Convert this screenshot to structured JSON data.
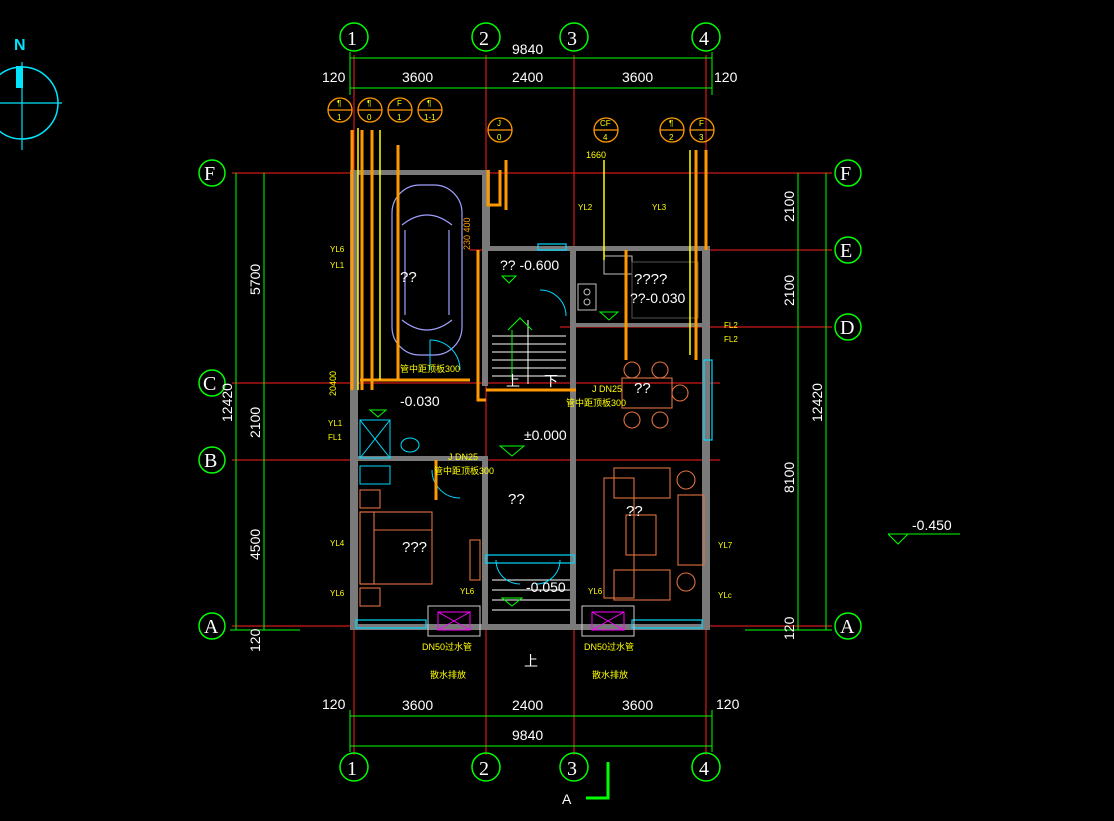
{
  "compass": {
    "label": "N"
  },
  "axes": {
    "top": [
      "1",
      "2",
      "3",
      "4"
    ],
    "bottom": [
      "1",
      "2",
      "3",
      "4"
    ],
    "left": [
      "F",
      "C",
      "B",
      "A"
    ],
    "right": [
      "F",
      "E",
      "D",
      "A"
    ]
  },
  "dimensions": {
    "top_total": "9840",
    "top_spans": [
      "120",
      "3600",
      "2400",
      "3600",
      "120"
    ],
    "bottom_total": "9840",
    "bottom_spans": [
      "120",
      "3600",
      "2400",
      "3600",
      "120"
    ],
    "left_spans": [
      "5700",
      "2100",
      "4500",
      "120"
    ],
    "left_total": "12420",
    "right_spans": [
      "2100",
      "2100",
      "8100",
      "120"
    ],
    "right_total": "12420"
  },
  "rooms": {
    "garage": "??",
    "bedroom": "???",
    "hall": "??",
    "living": "??",
    "dining": "??",
    "kitchen": "????"
  },
  "elevations": {
    "stair_landing": "?? -0.600",
    "kitchen": "??-0.030",
    "bath": "-0.030",
    "ground": "±0.000",
    "entry": "-0.050",
    "outside": "-0.450"
  },
  "pipe_tags": {
    "top_left": [
      [
        "¶",
        "1"
      ],
      [
        "¶",
        "0"
      ],
      [
        "F",
        "1"
      ],
      [
        "¶",
        "1-1"
      ]
    ],
    "top_mid": [
      [
        "J",
        "0"
      ]
    ],
    "top_right": [
      [
        "CF",
        "4"
      ],
      [
        "¶",
        "2"
      ],
      [
        "F",
        "3"
      ]
    ]
  },
  "annotations": {
    "dn_j": "J DN25",
    "pipe_note": "管中距顶板300",
    "drain_pipe_left": "DN50过水管",
    "drain_pipe_right": "DN50过水管",
    "drain_left": "散水排放",
    "drain_right": "散水排放",
    "stair_up": "上",
    "stair_down": "下",
    "entry_up": "上",
    "dim_1660": "1660",
    "dim_200": "20400",
    "pipe_w": "230 400"
  },
  "riser_labels": {
    "yl_left": [
      "YL6",
      "YL1",
      "YL1",
      "FL1",
      "YL4",
      "YL6",
      "YL6"
    ],
    "yl_right": [
      "YL2",
      "YL3",
      "FL2",
      "FL2",
      "YL7",
      "YLc",
      "YL6"
    ]
  },
  "section": {
    "label": "A"
  }
}
